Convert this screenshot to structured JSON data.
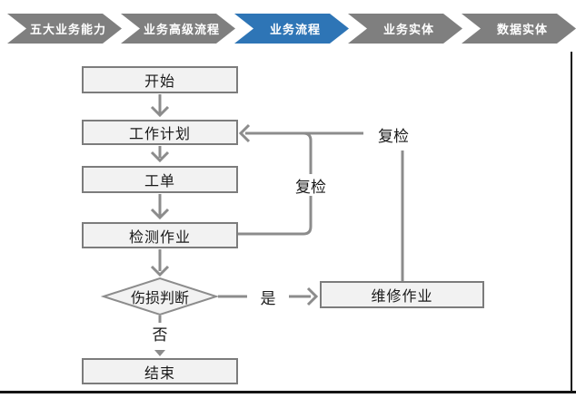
{
  "nav": {
    "active_color": "#2E75B6",
    "inactive_color": "#7F7F7F",
    "items": [
      {
        "label": "五大业务能力",
        "active": false
      },
      {
        "label": "业务高级流程",
        "active": false
      },
      {
        "label": "业务流程",
        "active": true
      },
      {
        "label": "业务实体",
        "active": false
      },
      {
        "label": "数据实体",
        "active": false
      }
    ]
  },
  "flowchart": {
    "nodes": [
      {
        "id": "start",
        "label": "开始",
        "type": "process"
      },
      {
        "id": "work-plan",
        "label": "工作计划",
        "type": "process"
      },
      {
        "id": "work-order",
        "label": "工单",
        "type": "process"
      },
      {
        "id": "inspection-job",
        "label": "检测作业",
        "type": "process"
      },
      {
        "id": "damage-judgment",
        "label": "伤损判断",
        "type": "decision"
      },
      {
        "id": "repair-job",
        "label": "维修作业",
        "type": "process"
      },
      {
        "id": "end",
        "label": "结束",
        "type": "process"
      }
    ],
    "edge_labels": {
      "yes": "是",
      "no": "否",
      "recheck_inner": "复检",
      "recheck_outer": "复检"
    },
    "colors": {
      "node_fill": "#F2F2F2",
      "node_border": "#7C7C7C",
      "connector": "#8C8C8C",
      "text": "#1A1A1A",
      "frame": "#141414"
    }
  }
}
